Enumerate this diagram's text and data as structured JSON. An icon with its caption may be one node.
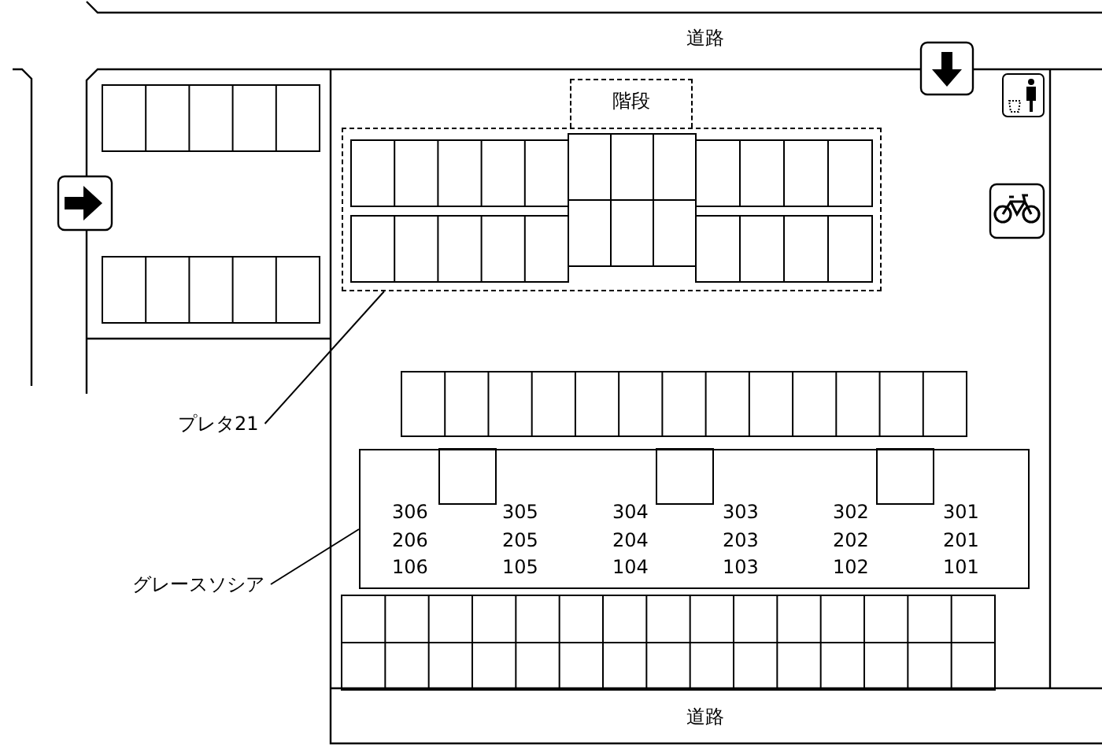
{
  "diagram": {
    "nodes": [
      {
        "text": [
          "プレタ21"
        ]
      },
      {
        "text": [],
        "shape": "box"
      },
      {
        "text": [
          "階段"
        ]
      },
      {
        "text": [
          "グレースソシア"
        ]
      },
      {
        "text": [],
        "shape": "box"
      }
    ],
    "edges": [
      {
        "from": 0,
        "to": 1,
        "arrow": "none"
      },
      {
        "from": 3,
        "to": 4,
        "arrow": "none"
      }
    ],
    "labels": [
      "道路",
      "306",
      "305",
      "304",
      "303",
      "302",
      "301",
      "206",
      "205",
      "204",
      "203",
      "202",
      "201",
      "106",
      "105",
      "104",
      "103",
      "102",
      "101",
      "道路"
    ]
  }
}
